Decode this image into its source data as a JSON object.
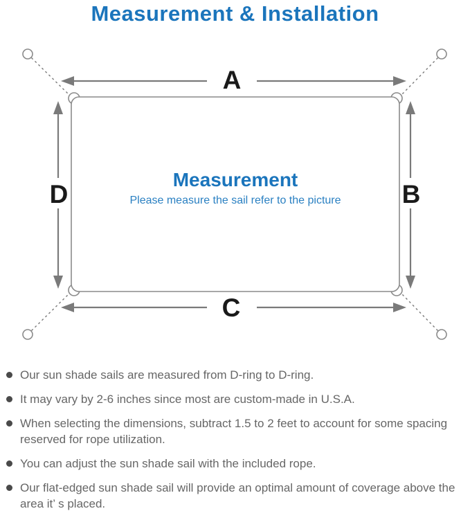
{
  "title": "Measurement & Installation",
  "colors": {
    "accent_blue": "#1b75bc",
    "subtitle_blue": "#2a80c2",
    "line_gray": "#7a7a7a",
    "outline_gray": "#8a8a8a",
    "label_black": "#1a1a1a",
    "body_text_gray": "#666666"
  },
  "diagram": {
    "label_a": "A",
    "label_b": "B",
    "label_c": "C",
    "label_d": "D",
    "center_heading": "Measurement",
    "center_subheading": "Please measure the sail refer to the picture"
  },
  "notes": {
    "items": [
      "Our sun shade sails are measured from D-ring to D-ring.",
      "It may vary by 2-6 inches since most are custom-made in U.S.A.",
      "When selecting the dimensions, subtract 1.5 to 2 feet to account for some spacing reserved for rope utilization.",
      "You can adjust the sun shade sail with the included rope.",
      "Our flat-edged sun shade sail will provide an optimal amount of coverage above the area it’ s placed."
    ]
  }
}
